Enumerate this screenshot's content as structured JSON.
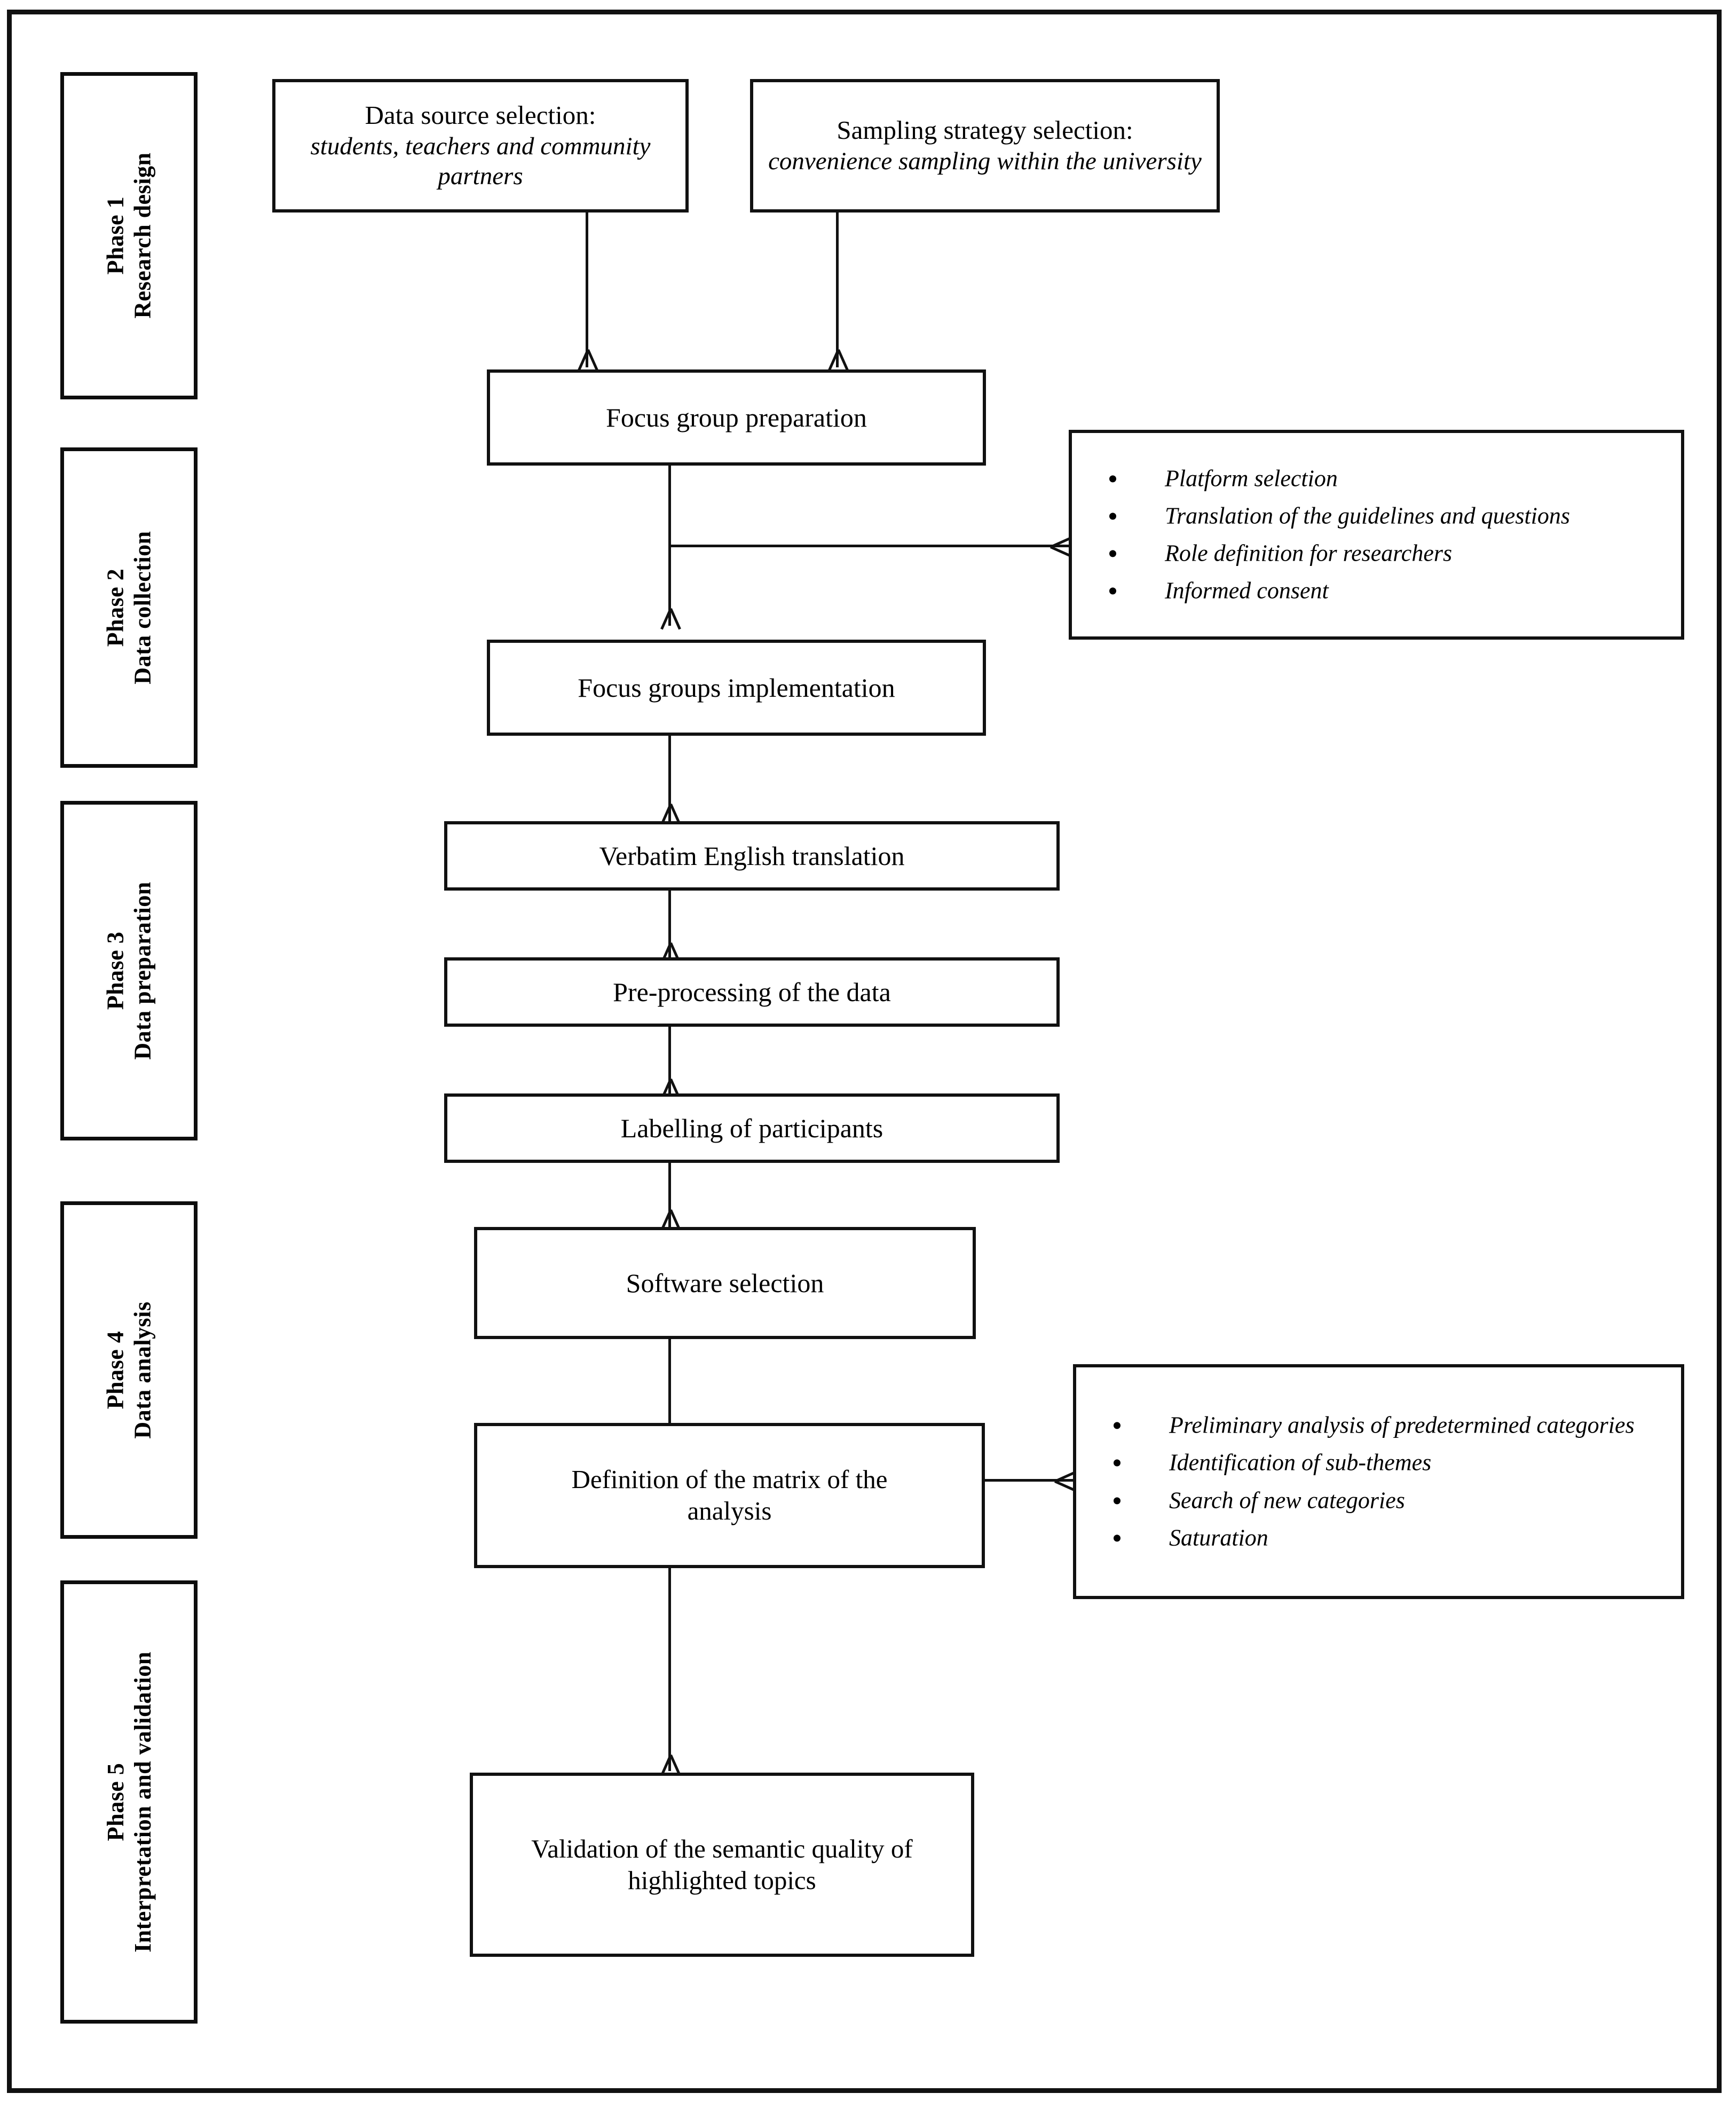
{
  "figure": {
    "kind": "research-methodology-flowchart",
    "border_color": "#111111"
  },
  "phases": [
    {
      "id": "phase-1",
      "number_label": "Phase 1",
      "name_label": "Research design"
    },
    {
      "id": "phase-2",
      "number_label": "Phase 2",
      "name_label": "Data collection"
    },
    {
      "id": "phase-3",
      "number_label": "Phase 3",
      "name_label": "Data preparation"
    },
    {
      "id": "phase-4",
      "number_label": "Phase 4",
      "name_label": "Data analysis"
    },
    {
      "id": "phase-5",
      "number_label": "Phase 5",
      "name_label": "Interpretation and validation"
    }
  ],
  "nodes": {
    "data_source": {
      "heading": "Data source selection:",
      "detail": "students,  teachers and community partners"
    },
    "sampling_strategy": {
      "heading": "Sampling strategy selection:",
      "detail": "convenience sampling  within  the university"
    },
    "focus_group_preparation": {
      "label": "Focus group preparation"
    },
    "focus_groups_implementation": {
      "label": "Focus groups implementation"
    },
    "verbatim_translation": {
      "label": "Verbatim English translation"
    },
    "pre_processing": {
      "label": "Pre-processing of the data"
    },
    "labelling": {
      "label": "Labelling of participants"
    },
    "software_selection": {
      "label": "Software selection"
    },
    "matrix_definition": {
      "line1": "Definition of the matrix of the",
      "line2": "analysis"
    },
    "validation": {
      "line1": "Validation of the semantic quality of",
      "line2": "highlighted topics"
    }
  },
  "data_collection_details": {
    "items": [
      "Platform  selection",
      "Translation  of the guidelines  and questions",
      "Role definition  for researchers",
      "Informed  consent"
    ]
  },
  "data_analysis_details": {
    "items": [
      "Preliminary analysis of predetermined categories",
      "Identification of sub-themes",
      "Search of new categories",
      "Saturation"
    ]
  }
}
